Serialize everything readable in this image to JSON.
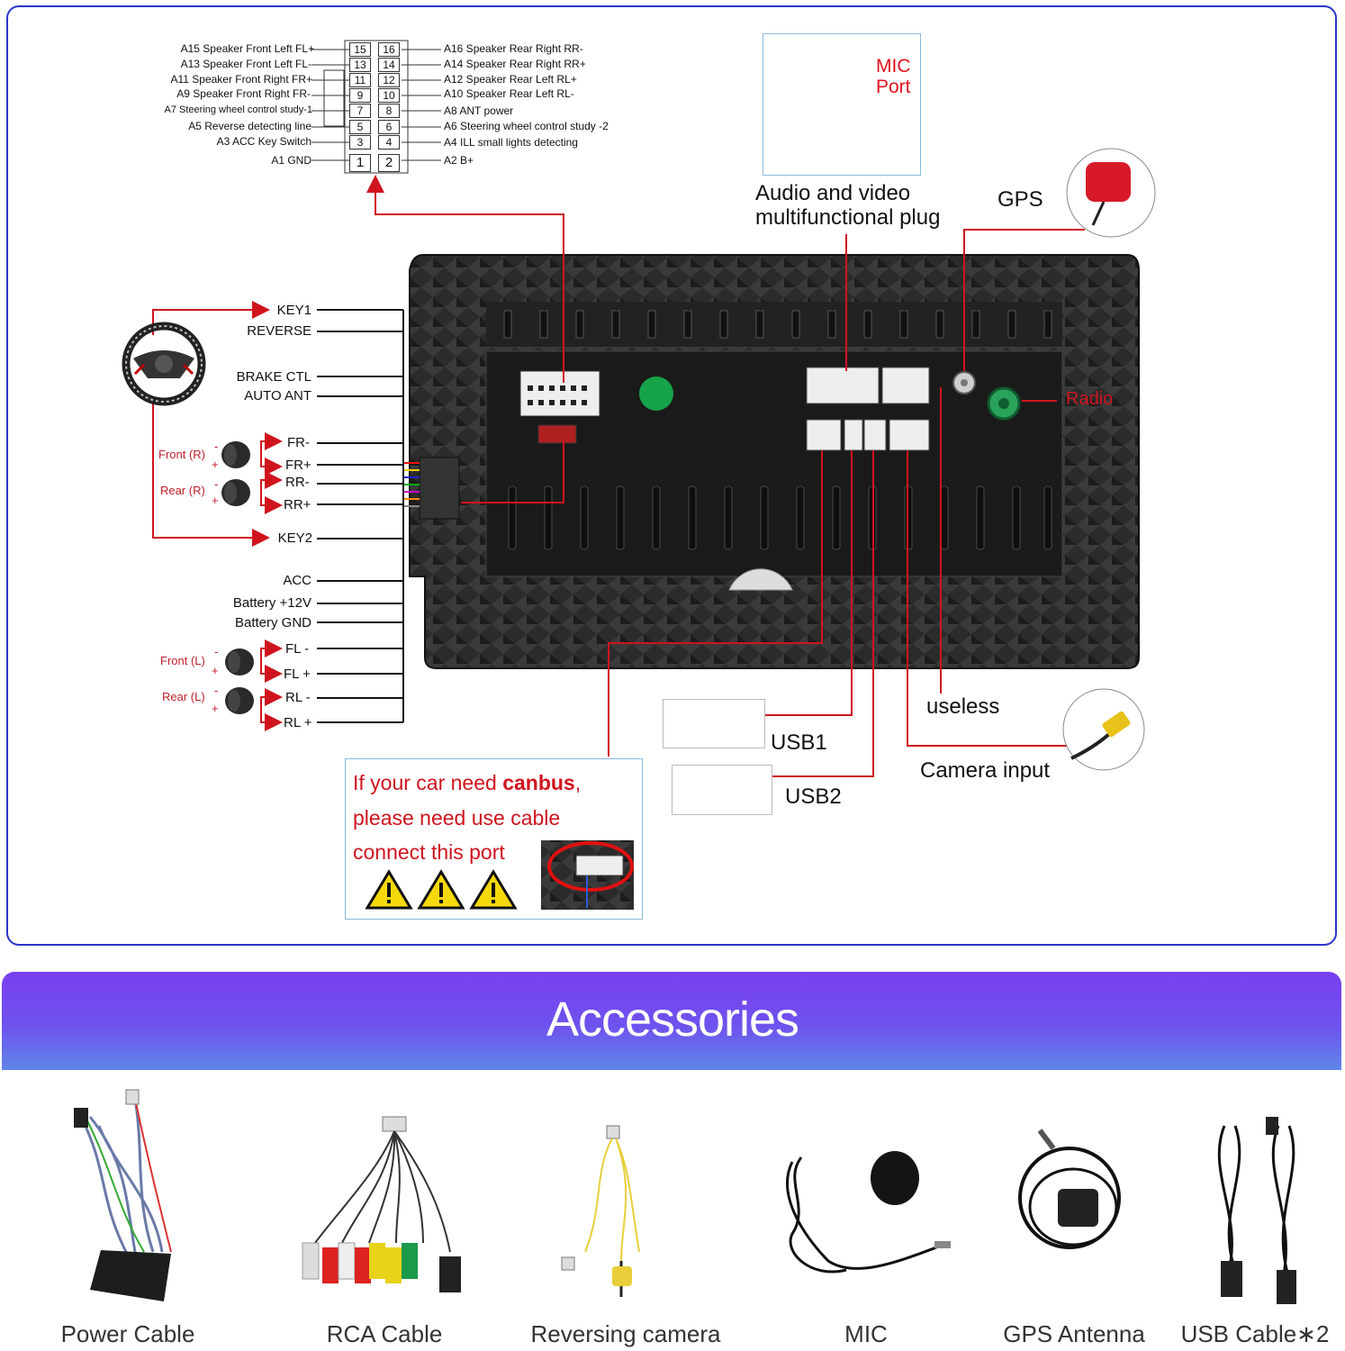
{
  "left_pins": [
    "A15  Speaker Front Left FL+",
    "A13  Speaker Front Left FL-",
    "A11  Speaker Front Right FR+",
    "A9    Speaker Front Right FR-",
    "A7    Steering wheel control study-1",
    "A5    Reverse detecting line",
    "A3 ACC Key Switch",
    "A1 GND"
  ],
  "right_pins": [
    "A16 Speaker Rear Right RR-",
    "A14 Speaker Rear Right RR+",
    "A12 Speaker Rear Left RL+",
    "A10 Speaker Rear Left RL-",
    "A8    ANT power",
    "A6    Steering wheel control study -2",
    "A4    ILL small lights detecting",
    "A2    B+"
  ],
  "connector_numbers": [
    [
      "15",
      "16"
    ],
    [
      "13",
      "14"
    ],
    [
      "11",
      "12"
    ],
    [
      "9",
      "10"
    ],
    [
      "7",
      "8"
    ],
    [
      "5",
      "6"
    ],
    [
      "3",
      "4"
    ],
    [
      "1",
      "2"
    ]
  ],
  "wire_labels": {
    "key1": "KEY1",
    "reverse": "REVERSE",
    "brake": "BRAKE CTL",
    "auto_ant": "AUTO ANT",
    "key2": "KEY2",
    "acc": "ACC",
    "battery12": "Battery +12V",
    "battery_gnd": "Battery GND"
  },
  "speakers": {
    "front_r": "Front (R)",
    "rear_r": "Rear (R)",
    "front_l": "Front (L)",
    "rear_l": "Rear (L)",
    "fr_minus": "FR-",
    "fr_plus": "FR+",
    "rr_minus": "RR-",
    "rr_plus": "RR+",
    "fl_minus": "FL -",
    "fl_plus": "FL +",
    "rl_minus": "RL -",
    "rl_plus": "RL +",
    "minus": "-",
    "plus": "+"
  },
  "top_labels": {
    "mic_port_1": "MIC",
    "mic_port_2": "Port",
    "av_plug_1": "Audio and video",
    "av_plug_2": "multifunctional plug",
    "gps": "GPS",
    "radio": "Radio"
  },
  "bottom_labels": {
    "usb1": "USB1",
    "usb2": "USB2",
    "useless": "useless",
    "camera": "Camera input"
  },
  "canbus": {
    "line1_pre": "If your car need ",
    "line1_bold": "canbus",
    "line1_post": ",",
    "line2": "please need use cable",
    "line3": "connect this port"
  },
  "banner_title": "Accessories",
  "accessories": [
    "Power Cable",
    "RCA Cable",
    "Reversing camera",
    "MIC",
    "GPS Antenna",
    "USB Cable∗2"
  ],
  "colors": {
    "frame": "#2a36c8",
    "wire": "#d0141e",
    "banner_top": "#7a3ff0",
    "banner_bottom": "#5e86e8"
  }
}
